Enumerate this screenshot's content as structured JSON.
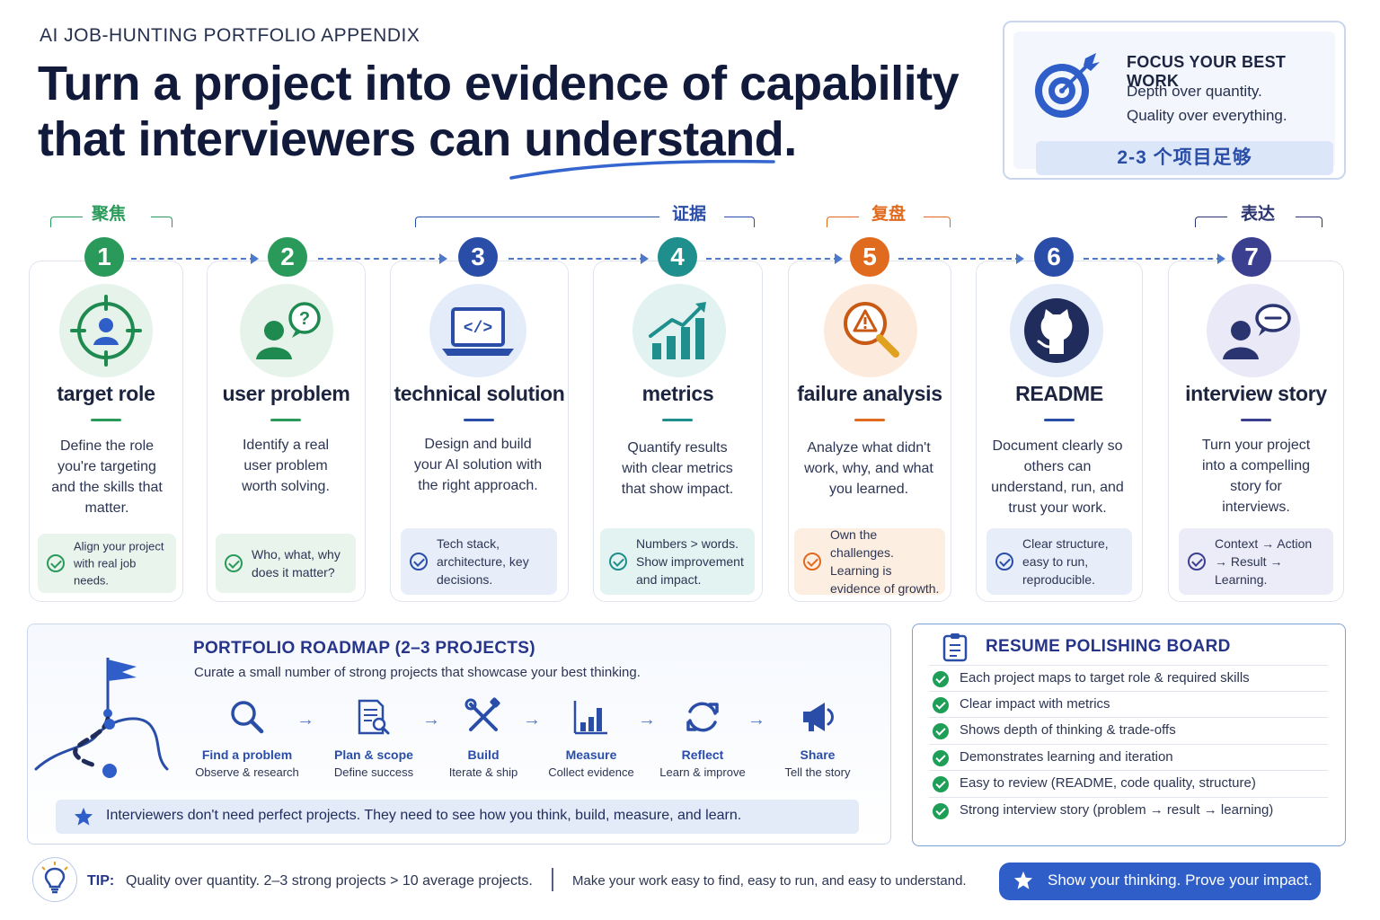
{
  "header": {
    "kicker": "AI JOB-HUNTING PORTFOLIO APPENDIX",
    "title_line1": "Turn a project into evidence of capability",
    "title_line2": "that interviewers can understand."
  },
  "focus": {
    "heading": "FOCUS YOUR BEST WORK",
    "line1": "Depth over quantity.",
    "line2": "Quality over everything.",
    "pill": "2-3 个项目足够"
  },
  "groups": [
    {
      "label": "聚焦",
      "color": "#2a9a5a"
    },
    {
      "label": "证据",
      "color": "#2a4ea8"
    },
    {
      "label": "复盘",
      "color": "#e06a1e"
    },
    {
      "label": "表达",
      "color": "#2a3470"
    }
  ],
  "steps": [
    {
      "num": "1",
      "title": "target role",
      "desc": "Define the role you're targeting and the skills that matter.",
      "note": "Align your project with real job needs.",
      "color": "#2a9a5a",
      "icon": "target-person-icon"
    },
    {
      "num": "2",
      "title": "user problem",
      "desc": "Identify a real user problem worth solving.",
      "note": "Who, what, why does it matter?",
      "color": "#2a9a5a",
      "icon": "person-question-icon"
    },
    {
      "num": "3",
      "title": "technical solution",
      "desc": "Design and build your AI solution with the right approach.",
      "note": "Tech stack, architecture, key decisions.",
      "color": "#2a4ea8",
      "icon": "laptop-code-icon"
    },
    {
      "num": "4",
      "title": "metrics",
      "desc": "Quantify results with clear metrics that show impact.",
      "note": "Numbers > words. Show improvement and impact.",
      "color": "#1e8f8c",
      "icon": "growth-chart-icon"
    },
    {
      "num": "5",
      "title": "failure analysis",
      "desc": "Analyze what didn't work, why, and what you learned.",
      "note": "Own the challenges. Learning is evidence of growth.",
      "color": "#e06a1e",
      "icon": "magnifier-warning-icon"
    },
    {
      "num": "6",
      "title": "README",
      "desc": "Document clearly so others can understand, run, and trust your work.",
      "note": "Clear structure, easy to run, reproducible.",
      "color": "#2a4ea8",
      "icon": "github-icon"
    },
    {
      "num": "7",
      "title": "interview story",
      "desc": "Turn your project into a compelling story for interviews.",
      "note": "Context → Action → Result → Learning.",
      "color": "#3b3f8f",
      "icon": "person-speech-icon"
    }
  ],
  "roadmap": {
    "heading": "PORTFOLIO ROADMAP (2–3 PROJECTS)",
    "subtitle": "Curate a small number of strong projects that showcase your best thinking.",
    "steps": [
      {
        "name": "Find a problem",
        "desc": "Observe & research",
        "icon": "search-icon"
      },
      {
        "name": "Plan & scope",
        "desc": "Define success",
        "icon": "document-search-icon"
      },
      {
        "name": "Build",
        "desc": "Iterate & ship",
        "icon": "tools-icon"
      },
      {
        "name": "Measure",
        "desc": "Collect evidence",
        "icon": "bar-chart-icon"
      },
      {
        "name": "Reflect",
        "desc": "Learn & improve",
        "icon": "refresh-icon"
      },
      {
        "name": "Share",
        "desc": "Tell the story",
        "icon": "megaphone-icon"
      }
    ],
    "banner": "Interviewers don't need perfect projects. They need to see how you think, build, measure, and learn."
  },
  "board": {
    "heading": "RESUME POLISHING BOARD",
    "items": [
      "Each project maps to target role & required skills",
      "Clear impact with metrics",
      "Shows depth of thinking & trade-offs",
      "Demonstrates learning and iteration",
      "Easy to review (README, code quality, structure)",
      "Strong interview story (problem → result → learning)"
    ]
  },
  "tip": {
    "label": "TIP:",
    "text": "Quality over quantity.  2–3 strong projects > 10 average projects.",
    "text2": "Make your work easy to find, easy to run, and easy to understand.",
    "cta": "Show your thinking. Prove your impact."
  }
}
